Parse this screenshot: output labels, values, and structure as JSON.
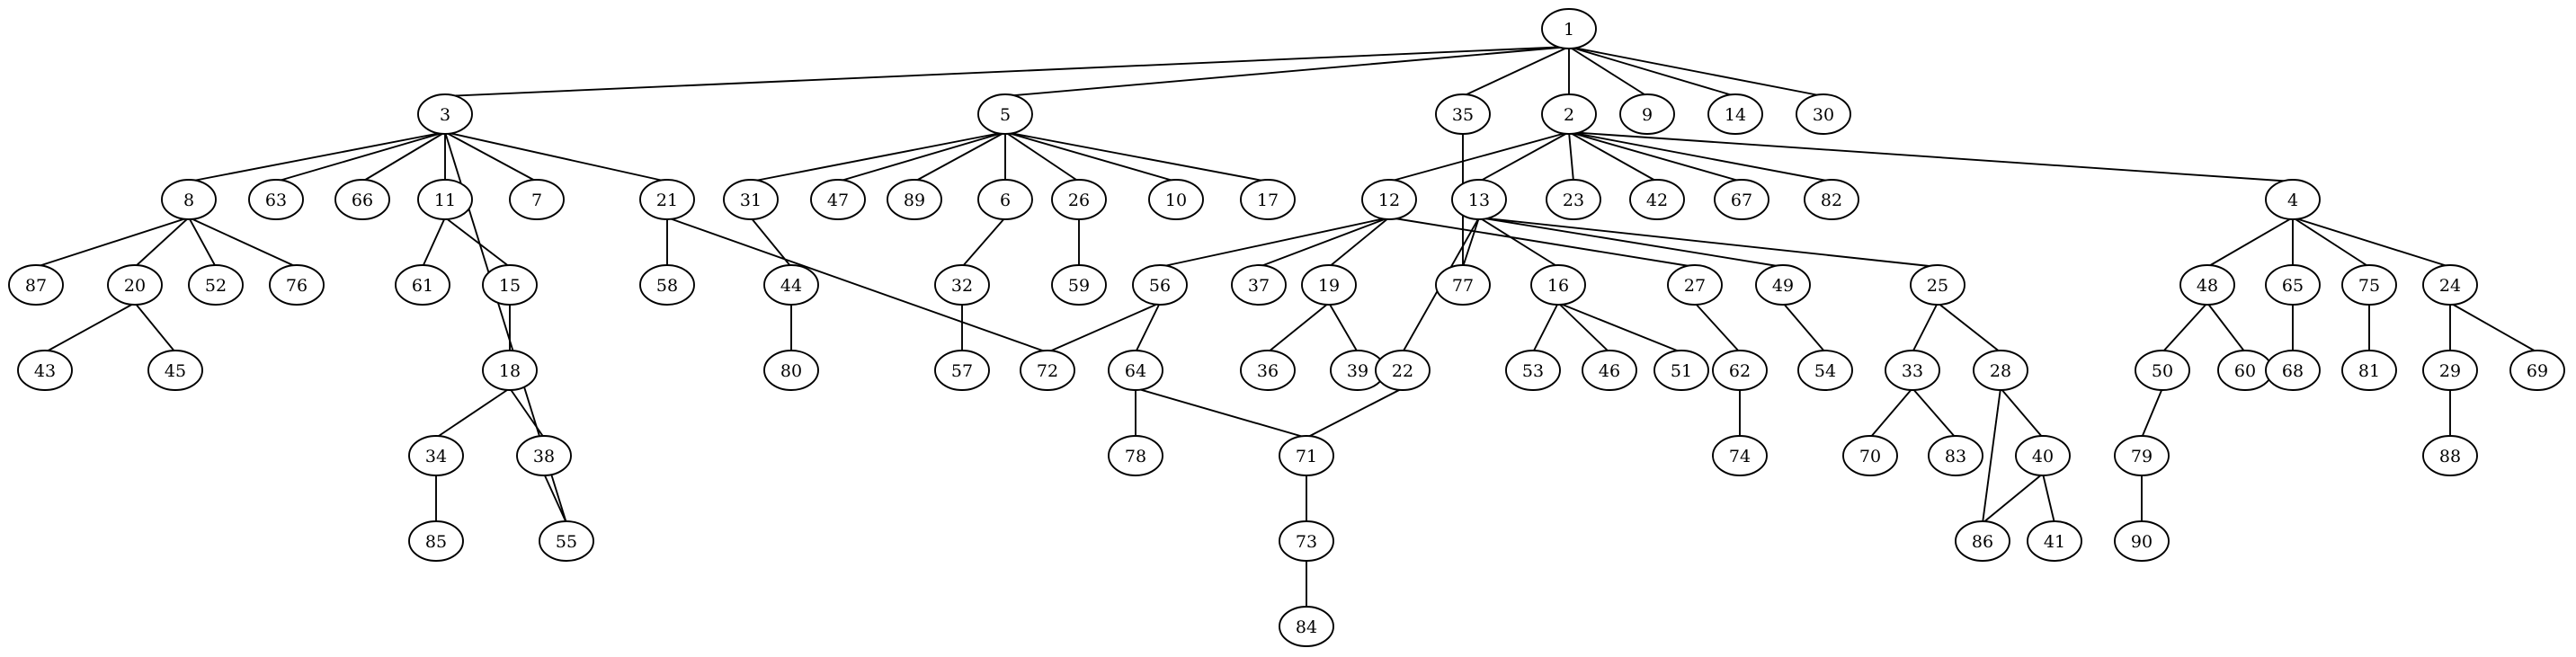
{
  "graph": {
    "nodes": [
      "1",
      "3",
      "5",
      "35",
      "2",
      "9",
      "14",
      "30",
      "8",
      "63",
      "66",
      "11",
      "7",
      "21",
      "31",
      "47",
      "89",
      "6",
      "26",
      "10",
      "17",
      "12",
      "13",
      "23",
      "42",
      "67",
      "82",
      "4",
      "87",
      "20",
      "52",
      "76",
      "61",
      "15",
      "58",
      "44",
      "32",
      "59",
      "56",
      "37",
      "19",
      "77",
      "16",
      "27",
      "49",
      "25",
      "48",
      "65",
      "75",
      "24",
      "43",
      "45",
      "18",
      "80",
      "57",
      "72",
      "64",
      "36",
      "39",
      "22",
      "53",
      "46",
      "51",
      "62",
      "54",
      "33",
      "28",
      "50",
      "60",
      "68",
      "81",
      "29",
      "69",
      "34",
      "38",
      "78",
      "71",
      "74",
      "70",
      "83",
      "40",
      "79",
      "88",
      "85",
      "55",
      "73",
      "86",
      "41",
      "90",
      "84"
    ],
    "edges": [
      [
        "1",
        "3"
      ],
      [
        "1",
        "5"
      ],
      [
        "1",
        "35"
      ],
      [
        "1",
        "2"
      ],
      [
        "1",
        "9"
      ],
      [
        "1",
        "14"
      ],
      [
        "1",
        "30"
      ],
      [
        "3",
        "8"
      ],
      [
        "3",
        "63"
      ],
      [
        "3",
        "66"
      ],
      [
        "3",
        "11"
      ],
      [
        "3",
        "7"
      ],
      [
        "3",
        "21"
      ],
      [
        "3",
        "55"
      ],
      [
        "5",
        "31"
      ],
      [
        "5",
        "47"
      ],
      [
        "5",
        "89"
      ],
      [
        "5",
        "6"
      ],
      [
        "5",
        "26"
      ],
      [
        "5",
        "10"
      ],
      [
        "5",
        "17"
      ],
      [
        "35",
        "77"
      ],
      [
        "2",
        "12"
      ],
      [
        "2",
        "13"
      ],
      [
        "2",
        "23"
      ],
      [
        "2",
        "42"
      ],
      [
        "2",
        "67"
      ],
      [
        "2",
        "82"
      ],
      [
        "2",
        "4"
      ],
      [
        "8",
        "87"
      ],
      [
        "8",
        "20"
      ],
      [
        "8",
        "52"
      ],
      [
        "8",
        "76"
      ],
      [
        "11",
        "61"
      ],
      [
        "11",
        "15"
      ],
      [
        "21",
        "58"
      ],
      [
        "21",
        "72"
      ],
      [
        "31",
        "44"
      ],
      [
        "6",
        "32"
      ],
      [
        "26",
        "59"
      ],
      [
        "12",
        "56"
      ],
      [
        "12",
        "37"
      ],
      [
        "12",
        "19"
      ],
      [
        "12",
        "27"
      ],
      [
        "13",
        "77"
      ],
      [
        "13",
        "22"
      ],
      [
        "13",
        "16"
      ],
      [
        "13",
        "49"
      ],
      [
        "13",
        "25"
      ],
      [
        "4",
        "48"
      ],
      [
        "4",
        "65"
      ],
      [
        "4",
        "75"
      ],
      [
        "4",
        "24"
      ],
      [
        "20",
        "43"
      ],
      [
        "20",
        "45"
      ],
      [
        "15",
        "18"
      ],
      [
        "44",
        "80"
      ],
      [
        "32",
        "57"
      ],
      [
        "56",
        "72"
      ],
      [
        "56",
        "64"
      ],
      [
        "19",
        "36"
      ],
      [
        "19",
        "39"
      ],
      [
        "16",
        "53"
      ],
      [
        "16",
        "46"
      ],
      [
        "16",
        "51"
      ],
      [
        "27",
        "62"
      ],
      [
        "49",
        "54"
      ],
      [
        "25",
        "33"
      ],
      [
        "25",
        "28"
      ],
      [
        "48",
        "50"
      ],
      [
        "48",
        "60"
      ],
      [
        "65",
        "68"
      ],
      [
        "75",
        "81"
      ],
      [
        "24",
        "29"
      ],
      [
        "24",
        "69"
      ],
      [
        "18",
        "34"
      ],
      [
        "18",
        "38"
      ],
      [
        "64",
        "78"
      ],
      [
        "64",
        "71"
      ],
      [
        "22",
        "71"
      ],
      [
        "62",
        "74"
      ],
      [
        "33",
        "70"
      ],
      [
        "33",
        "83"
      ],
      [
        "28",
        "86"
      ],
      [
        "28",
        "40"
      ],
      [
        "50",
        "79"
      ],
      [
        "29",
        "88"
      ],
      [
        "34",
        "85"
      ],
      [
        "38",
        "55"
      ],
      [
        "71",
        "73"
      ],
      [
        "40",
        "86"
      ],
      [
        "40",
        "41"
      ],
      [
        "79",
        "90"
      ],
      [
        "73",
        "84"
      ]
    ]
  }
}
